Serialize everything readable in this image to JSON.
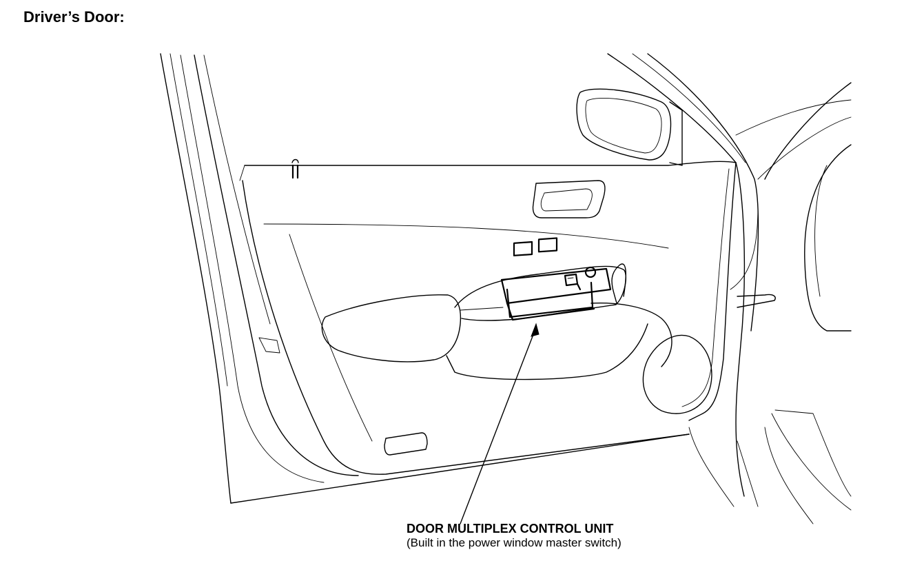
{
  "heading": "Driver’s Door:",
  "callout": {
    "title": "DOOR MULTIPLEX CONTROL UNIT",
    "subtitle": "(Built in the power window master switch)"
  },
  "icons": {
    "door": "car-door-illustration",
    "leader": "leader-arrow"
  }
}
